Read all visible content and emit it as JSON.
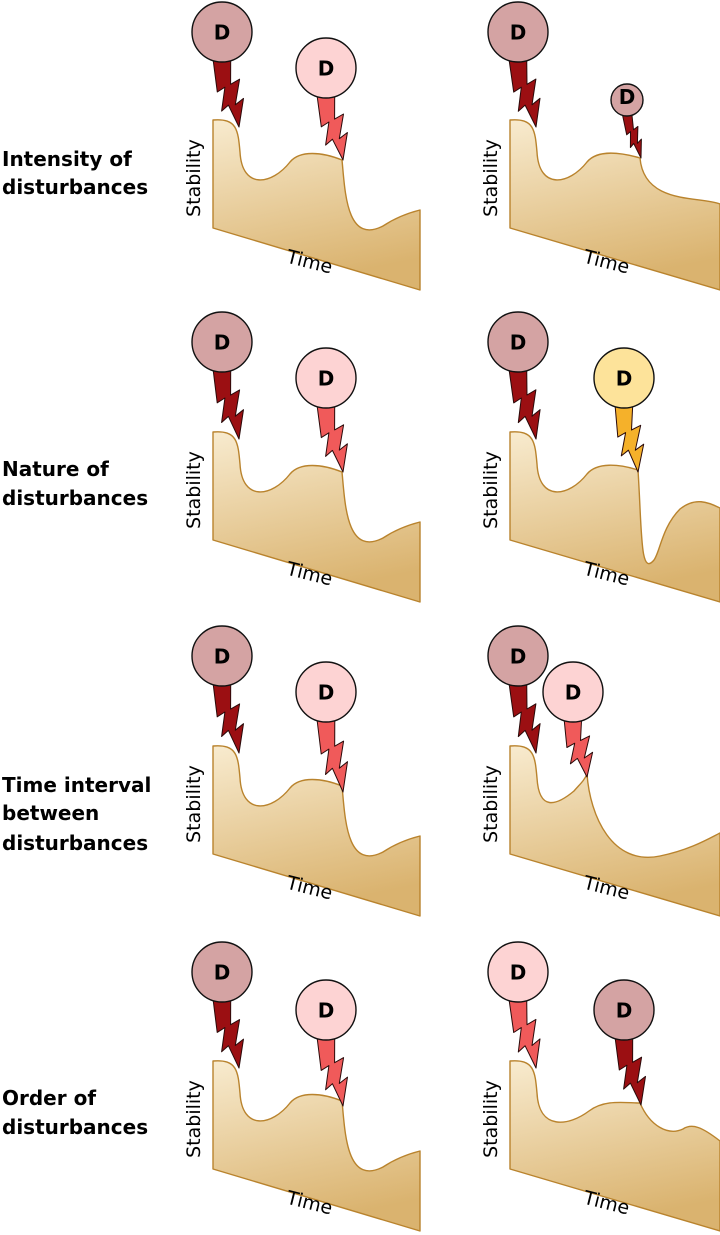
{
  "rows": [
    {
      "label_lines": [
        "Intensity of",
        "disturbances"
      ],
      "panels": [
        {
          "ylabel": "Stability",
          "xlabel": "Time",
          "disturbances": [
            {
              "letter": "D",
              "kind": "dark"
            },
            {
              "letter": "D",
              "kind": "light"
            }
          ]
        },
        {
          "ylabel": "Stability",
          "xlabel": "Time",
          "disturbances": [
            {
              "letter": "D",
              "kind": "dark"
            },
            {
              "letter": "D",
              "kind": "dark-small"
            }
          ]
        }
      ]
    },
    {
      "label_lines": [
        "Nature of",
        "disturbances"
      ],
      "panels": [
        {
          "ylabel": "Stability",
          "xlabel": "Time",
          "disturbances": [
            {
              "letter": "D",
              "kind": "dark"
            },
            {
              "letter": "D",
              "kind": "light"
            }
          ]
        },
        {
          "ylabel": "Stability",
          "xlabel": "Time",
          "disturbances": [
            {
              "letter": "D",
              "kind": "dark"
            },
            {
              "letter": "D",
              "kind": "yellow"
            }
          ]
        }
      ]
    },
    {
      "label_lines": [
        "Time interval",
        "between",
        "disturbances"
      ],
      "panels": [
        {
          "ylabel": "Stability",
          "xlabel": "Time",
          "disturbances": [
            {
              "letter": "D",
              "kind": "dark"
            },
            {
              "letter": "D",
              "kind": "light"
            }
          ]
        },
        {
          "ylabel": "Stability",
          "xlabel": "Time",
          "disturbances": [
            {
              "letter": "D",
              "kind": "dark"
            },
            {
              "letter": "D",
              "kind": "light"
            }
          ]
        }
      ]
    },
    {
      "label_lines": [
        "Order of",
        "disturbances"
      ],
      "panels": [
        {
          "ylabel": "Stability",
          "xlabel": "Time",
          "disturbances": [
            {
              "letter": "D",
              "kind": "dark"
            },
            {
              "letter": "D",
              "kind": "light"
            }
          ]
        },
        {
          "ylabel": "Stability",
          "xlabel": "Time",
          "disturbances": [
            {
              "letter": "D",
              "kind": "light"
            },
            {
              "letter": "D",
              "kind": "dark"
            }
          ]
        }
      ]
    }
  ],
  "colors": {
    "dark_circle": "#d4a3a3",
    "dark_bolt": "#9b0f12",
    "light_circle": "#fdd3d3",
    "light_bolt": "#f05a5a",
    "yellow_circle": "#fde39a",
    "yellow_bolt": "#f5b12a",
    "surface_top": "#f8ebcf",
    "surface_bottom": "#dab36f",
    "surface_stroke": "#b9832d"
  }
}
